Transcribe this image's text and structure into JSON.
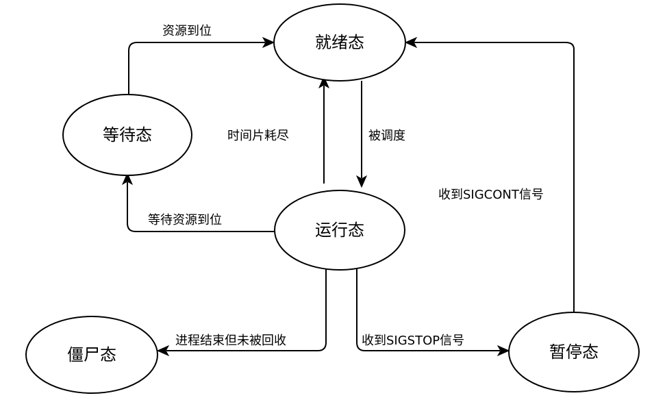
{
  "nodes": {
    "ready": "就绪态",
    "waiting": "等待态",
    "running": "运行态",
    "zombie": "僵尸态",
    "stopped": "暂停态"
  },
  "edges": {
    "waiting_to_ready": "资源到位",
    "running_to_ready": "时间片耗尽",
    "ready_to_running": "被调度",
    "running_to_waiting": "等待资源到位",
    "running_to_zombie": "进程结束但未被回收",
    "running_to_stopped": "收到SIGSTOP信号",
    "stopped_to_ready": "收到SIGCONT信号"
  },
  "colors": {
    "stroke": "#000000",
    "fill": "#ffffff",
    "text": "#000000"
  }
}
